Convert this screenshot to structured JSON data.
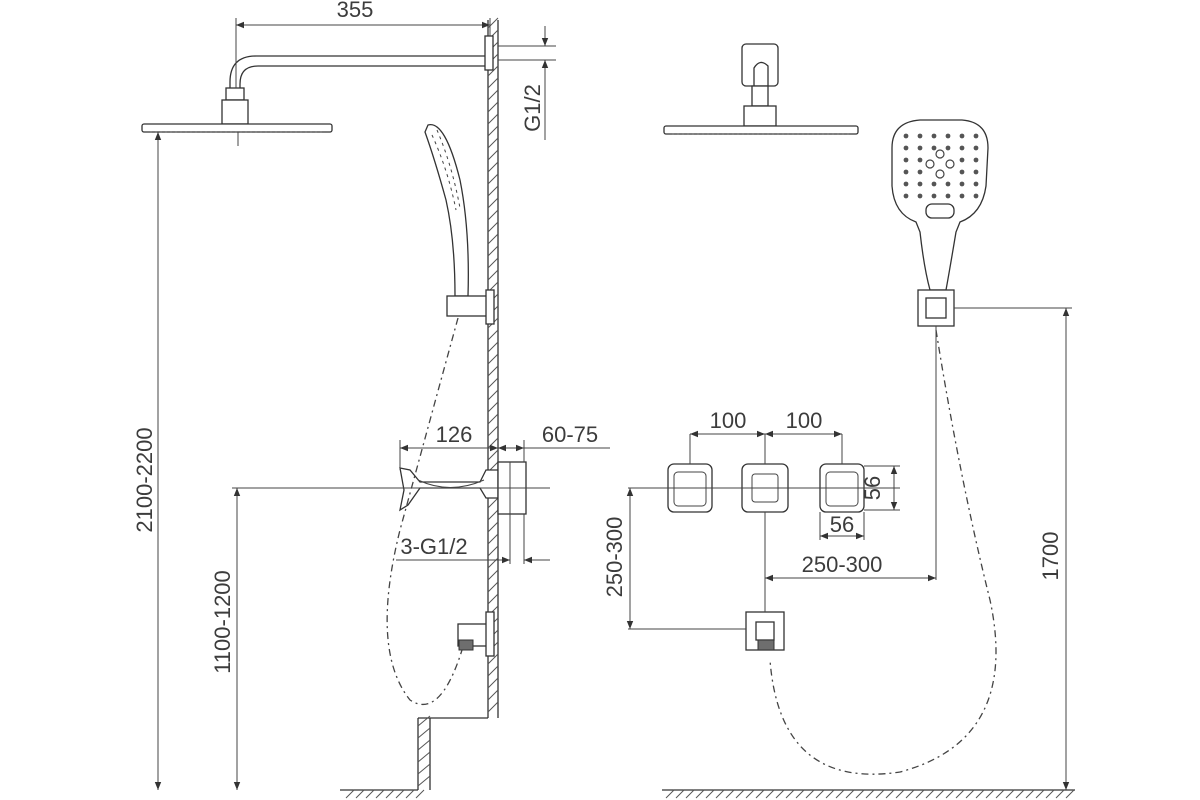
{
  "dimensions": {
    "arm_length": "355",
    "thread_top": "G1/2",
    "overhead_height": "2100-2200",
    "valve_height": "1100-1200",
    "handle_length": "126",
    "wall_depth": "60-75",
    "valve_thread": "3-G1/2",
    "spacing_left": "100",
    "spacing_right": "100",
    "knob_height": "56",
    "knob_width": "56",
    "outlet_drop": "250-300",
    "outlet_offset": "250-300",
    "hand_shower_height": "1700"
  },
  "colors": {
    "line": "#333333",
    "text": "#3c3c3c",
    "background": "#ffffff"
  }
}
